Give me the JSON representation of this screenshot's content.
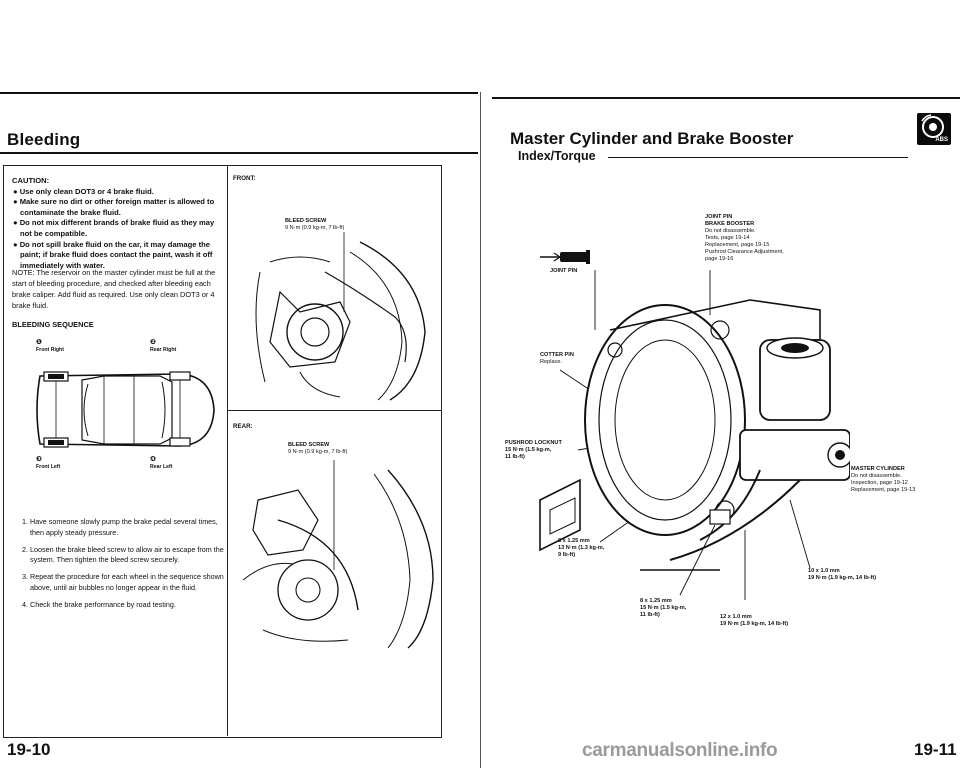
{
  "left_page": {
    "title": "Bleeding",
    "page_number": "19-10",
    "caution": {
      "heading": "CAUTION:",
      "items": [
        "Use only clean DOT3 or 4 brake fluid.",
        "Make sure no dirt or other foreign matter is allowed to contaminate the brake fluid.",
        "Do not mix different brands of brake fluid as they may not be compatible.",
        "Do not spill brake fluid on the car, it may damage the paint; if brake fluid does contact the paint, wash it off immediately with water."
      ]
    },
    "note": "NOTE: The reservoir on the master cylinder must be full at the start of bleeding procedure, and checked after bleeding each brake caliper. Add fluid as required. Use only clean DOT3 or 4 brake fluid.",
    "sequence_title": "BLEEDING SEQUENCE",
    "wheels": {
      "front_right": {
        "num": "❶",
        "label": "Front Right"
      },
      "rear_right": {
        "num": "❷",
        "label": "Rear Right"
      },
      "front_left": {
        "num": "❸",
        "label": "Front Left"
      },
      "rear_left": {
        "num": "❹",
        "label": "Rear Left"
      }
    },
    "steps": [
      "Have someone slowly pump the brake pedal several times, then apply steady pressure.",
      "Loosen the brake bleed screw to allow air to escape from the system. Then tighten the bleed screw securely.",
      "Repeat the procedure for each wheel in the sequence shown above, until air bubbles no longer appear in the fluid.",
      "Check the brake performance by road testing."
    ],
    "front_label": "FRONT:",
    "front_screw": {
      "title": "BLEED SCREW",
      "torque": "9 N·m (0.9 kg-m, 7 lb-ft)"
    },
    "rear_label": "REAR:",
    "rear_screw": {
      "title": "BLEED SCREW",
      "torque": "9 N·m (0.9 kg-m, 7 lb-ft)"
    }
  },
  "right_page": {
    "title": "Master Cylinder and Brake Booster",
    "subtitle": "Index/Torque",
    "page_number": "19-11",
    "abs_icon": {
      "name": "abs-icon",
      "label": "ABS"
    },
    "labels": {
      "joint_pin_small": "JOINT PIN",
      "joint_pin": "JOINT PIN",
      "booster": {
        "title": "BRAKE BOOSTER",
        "lines": [
          "Do not disassemble.",
          "Tests, page 19-14",
          "Replacement, page 19-15",
          "Pushrod Clearance Adjustment,",
          "page 19-16"
        ]
      },
      "cotter_pin": {
        "title": "COTTER PIN",
        "lines": [
          "Replace."
        ]
      },
      "pushrod_locknut": {
        "title": "PUSHROD LOCKNUT",
        "lines": [
          "15 N·m (1.5 kg-m,",
          "11 lb-ft)"
        ]
      },
      "master_cylinder": {
        "title": "MASTER CYLINDER",
        "lines": [
          "Do not disassemble.",
          "Inspection, page 19-12",
          "Replacement, page 19-13"
        ]
      },
      "nut_a": {
        "title": "8 x 1.25 mm",
        "lines": [
          "13 N·m (1.3 kg-m,",
          "9 lb-ft)"
        ]
      },
      "nut_b": {
        "title": "10 x 1.0 mm",
        "lines": [
          "19 N·m (1.9 kg-m, 14 lb-ft)"
        ]
      },
      "nut_c": {
        "title": "8 x 1.25 mm",
        "lines": [
          "15 N·m (1.5 kg-m,",
          "11 lb-ft)"
        ]
      },
      "nut_d": {
        "title": "12 x 1.0 mm",
        "lines": [
          "19 N·m (1.9 kg-m, 14 lb-ft)"
        ]
      }
    }
  },
  "watermark": "carmanualsonline.info",
  "colors": {
    "ink": "#111111",
    "paper": "#ffffff",
    "watermark": "#9a9a9a"
  }
}
